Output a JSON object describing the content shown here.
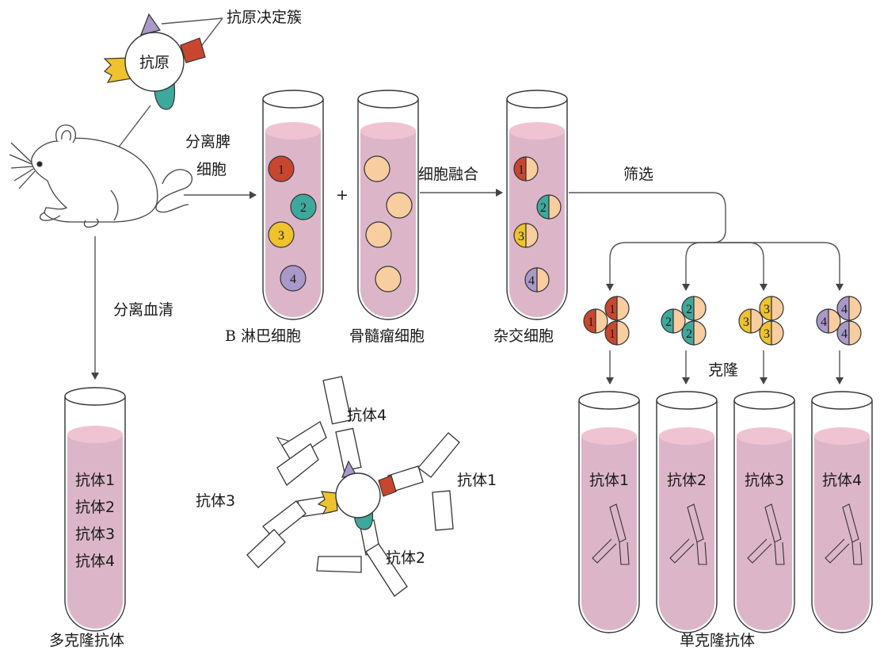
{
  "labels": {
    "antigen_determinant": "抗原决定簇",
    "antigen": "抗原",
    "separate_spleen_1": "分离脾",
    "separate_spleen_2": "细胞",
    "plus": "+",
    "cell_fusion": "细胞融合",
    "screening": "筛选",
    "separate_serum": "分离血清",
    "b_lymphocyte": "B 淋巴细胞",
    "myeloma": "骨髓瘤细胞",
    "hybrid": "杂交细胞",
    "cloning": "克隆",
    "polyclonal": "多克隆抗体",
    "monoclonal": "单克隆抗体",
    "ab1": "抗体1",
    "ab2": "抗体2",
    "ab3": "抗体3",
    "ab4": "抗体4"
  },
  "numbers": [
    "1",
    "2",
    "3",
    "4"
  ],
  "colors": {
    "red": "#c9462e",
    "teal": "#3fa89c",
    "yellow": "#efc22e",
    "purple": "#a899c9",
    "peach": "#f8cda0",
    "liquid": "#dcb6c8",
    "liquid_top": "#f0c3d3"
  }
}
